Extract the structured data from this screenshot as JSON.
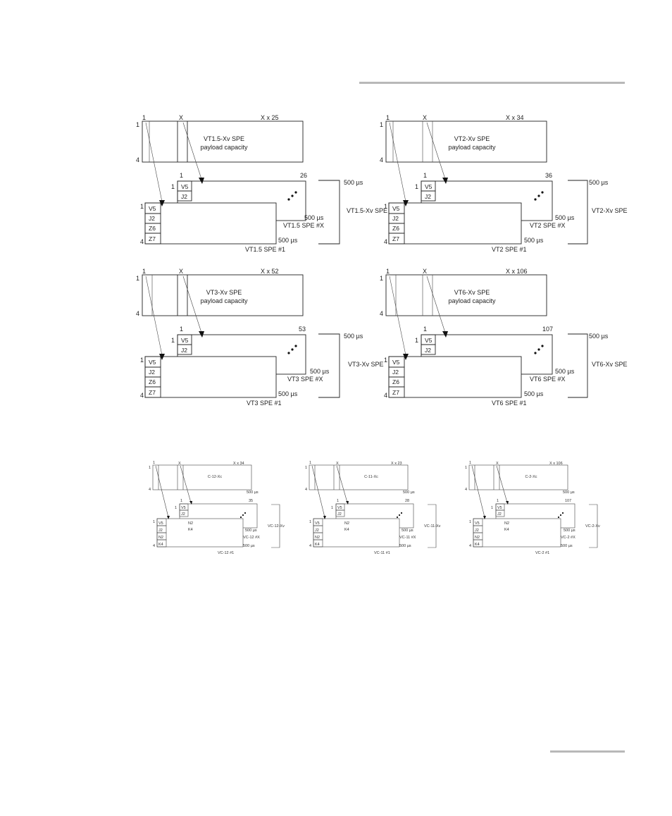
{
  "large": [
    {
      "x": "X",
      "max": "X x 25",
      "spe": "VT1.5-Xv SPE",
      "payload": "payload capacity",
      "last": "26",
      "one": "1",
      "time": "500 µs",
      "type": "VT1.5-Xv SPE",
      "nameX": "VT1.5 SPE #X",
      "name1": "VT1.5 SPE #1",
      "v5": "V5",
      "j2": "J2",
      "z6": "Z6",
      "z7": "Z7",
      "rowTop": "1",
      "rowBottom": "4"
    },
    {
      "x": "X",
      "max": "X x 34",
      "spe": "VT2-Xv SPE",
      "payload": "payload capacity",
      "last": "36",
      "one": "1",
      "time": "500 µs",
      "type": "VT2-Xv SPE",
      "nameX": "VT2 SPE #X",
      "name1": "VT2 SPE #1",
      "v5": "V5",
      "j2": "J2",
      "z6": "Z6",
      "z7": "Z7",
      "rowTop": "1",
      "rowBottom": "4"
    },
    {
      "x": "X",
      "max": "X x 52",
      "spe": "VT3-Xv SPE",
      "payload": "payload capacity",
      "last": "53",
      "one": "1",
      "time": "500 µs",
      "type": "VT3-Xv SPE",
      "nameX": "VT3 SPE #X",
      "name1": "VT3 SPE #1",
      "v5": "V5",
      "j2": "J2",
      "z6": "Z6",
      "z7": "Z7",
      "rowTop": "1",
      "rowBottom": "4"
    },
    {
      "x": "X",
      "max": "X x 106",
      "spe": "VT6-Xv SPE",
      "payload": "payload capacity",
      "last": "107",
      "one": "1",
      "time": "500 µs",
      "type": "VT6-Xv SPE",
      "nameX": "VT6 SPE #X",
      "name1": "VT6 SPE #1",
      "v5": "V5",
      "j2": "J2",
      "z6": "Z6",
      "z7": "Z7",
      "rowTop": "1",
      "rowBottom": "4"
    }
  ],
  "small": [
    {
      "x": "X",
      "max": "X x 34",
      "cont": "C-12-Xc",
      "last": "35",
      "one": "1",
      "time": "500 µs",
      "type": "VC-12-Xv",
      "nameX": "VC-12 #X",
      "name1": "VC-12 #1",
      "v5": "V5",
      "j2": "J2",
      "n2": "N2",
      "k4": "K4",
      "rowTop": "1",
      "rowBottom": "4"
    },
    {
      "x": "X",
      "max": "X x 23",
      "cont": "C-11-Xc",
      "last": "28",
      "one": "1",
      "time": "500 µs",
      "type": "VC-11-Xv",
      "nameX": "VC-11 #X",
      "name1": "VC-11 #1",
      "v5": "V5",
      "j2": "J2",
      "n2": "N2",
      "k4": "K4",
      "rowTop": "1",
      "rowBottom": "4"
    },
    {
      "x": "X",
      "max": "X x 106",
      "cont": "C-2-Xc",
      "last": "107",
      "one": "1",
      "time": "500 µs",
      "type": "VC-2-Xv",
      "nameX": "VC-2 #X",
      "name1": "VC-2 #1",
      "v5": "V5",
      "j2": "J2",
      "n2": "N2",
      "k4": "K4",
      "rowTop": "1",
      "rowBottom": "4"
    }
  ]
}
